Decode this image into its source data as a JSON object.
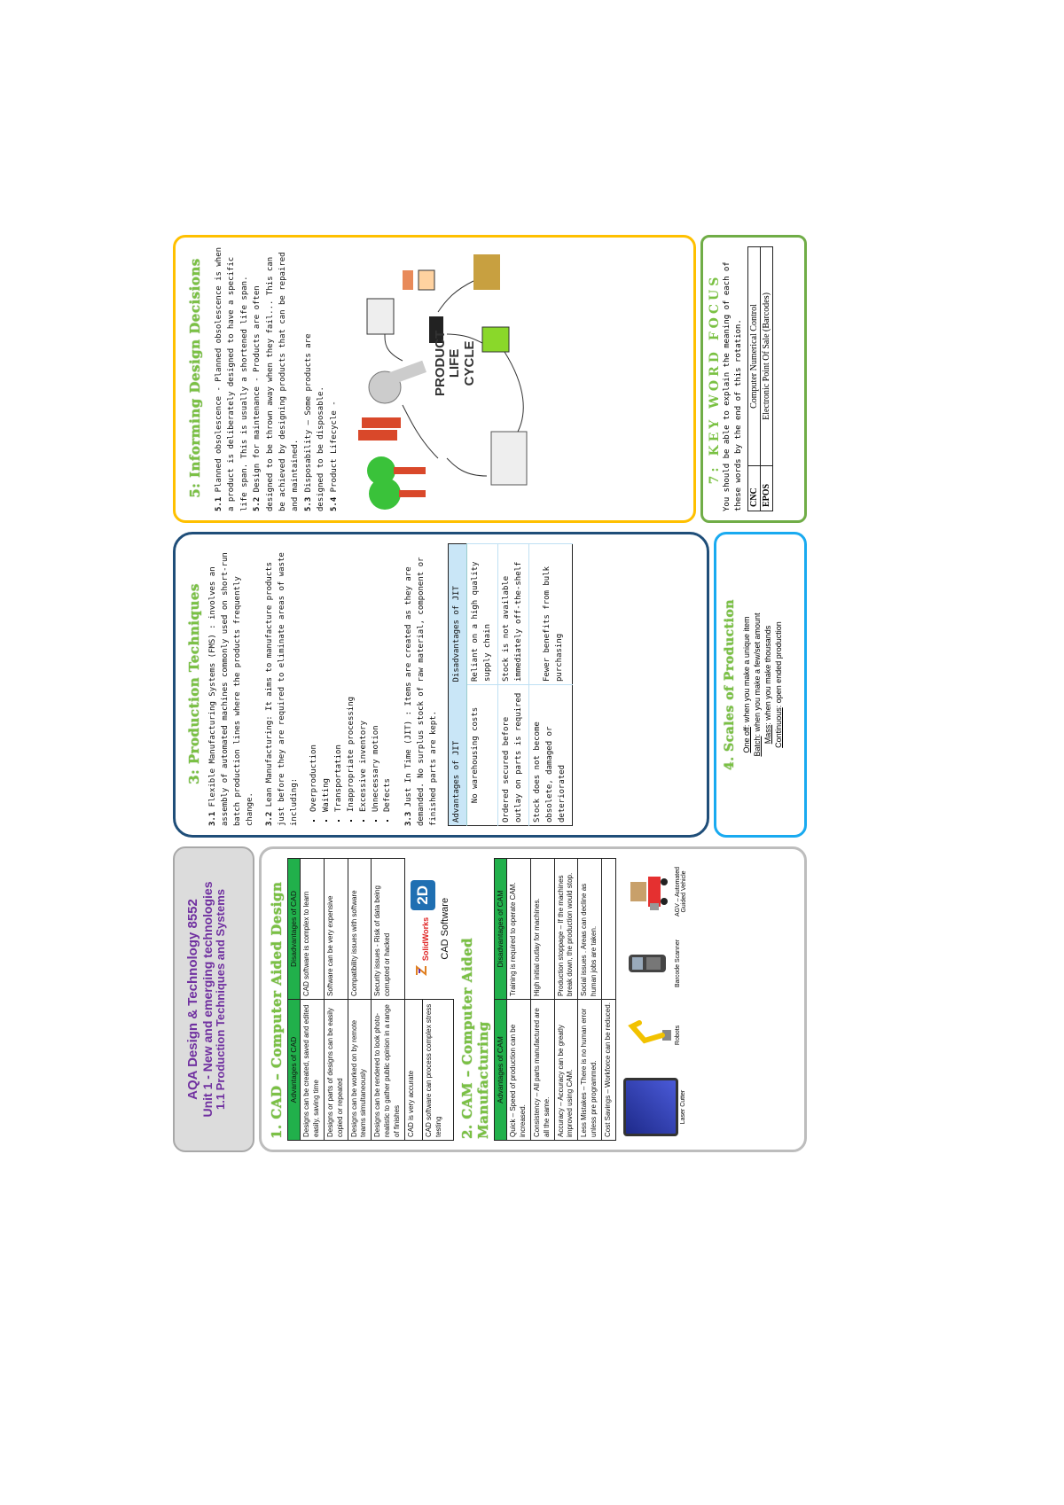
{
  "header": {
    "line1": "AQA Design & Technology 8552",
    "line2": "Unit 1 - New and emerging technologies",
    "line3": "1.1 Production Techniques and Systems"
  },
  "cad": {
    "title": "1. CAD – Computer Aided Design",
    "headers": [
      "Advantages of CAD",
      "Disadvantages of CAD"
    ],
    "advantages": [
      "Designs can be created, saved and edited easily, saving time",
      "Designs or parts of designs can be easily copied or repeated",
      "Designs can be worked on by remote teams simultaneously",
      "Designs can be rendered to look photo-realistic to gather public opinion in a range of finishes",
      "CAD is very accurate",
      "CAD software can process complex stress testing"
    ],
    "disadvantages": [
      "CAD software is complex to learn",
      "Software can be very expensive",
      "Compatibility issues with software",
      "Security issues - Risk of data being corrupted or hacked"
    ],
    "logos": [
      "SolidWorks",
      "2D Design"
    ],
    "software_caption": "CAD Software"
  },
  "cam": {
    "title": "2. CAM – Computer Aided Manufacturing",
    "headers": [
      "Advantages of CAM",
      "Disadvantages of CAM"
    ],
    "rows": [
      [
        "Quick – Speed of production can be increased.",
        "Training is required to operate CAM."
      ],
      [
        "Consistency – All parts manufactured are all the same.",
        "High initial outlay for machines."
      ],
      [
        "Accuracy – Accuracy can be greatly improved using CAM.",
        "Production stoppage – If the machines break down, the production would stop."
      ],
      [
        "Less Mistakes – There is no human error unless pre programmed.",
        "Social issues . Areas can decline as human jobs are taken."
      ],
      [
        "Cost Savings – Workforce can be reduced.",
        ""
      ]
    ],
    "images": [
      "Laser Cutter",
      "Robots",
      "Barcode Scanner",
      "AGV – Automated Guided Vehicle"
    ]
  },
  "production": {
    "title": "3: Production Techniques",
    "fms_num": "3.1",
    "fms_text": "Flexible Manufacturing Systems (FMS) : involves an assembly of automated machines commonly used on short-run batch production lines where the products frequently change.",
    "lean_num": "3.2",
    "lean_text": "Lean Manufacturing: It aims to manufacture products just before they are required to eliminate areas of waste including:",
    "waste": [
      "Overproduction",
      "Waiting",
      "Transportation",
      "Inappropriate processing",
      "Excessive inventory",
      "Unnecessary motion",
      "Defects"
    ],
    "jit_num": "3.3",
    "jit_text": "Just In Time (JIT) : Items are created as they are demanded. No surplus stock of raw material, component or finished parts are kept.",
    "jit_headers": [
      "Advantages of JIT",
      "Disadvantages of JIT"
    ],
    "jit_rows": [
      [
        "No warehousing costs",
        "Reliant on a high quality supply chain"
      ],
      [
        "Ordered secured before outlay on parts is required",
        "Stock is not available immediately off-the-shelf"
      ],
      [
        "Stock does not become obsolete, damaged or deteriorated",
        "Fewer benefits from bulk purchasing"
      ]
    ]
  },
  "scales": {
    "title": "4. Scales of Production",
    "items": [
      {
        "term": "One off",
        "desc": ": when you make a unique item"
      },
      {
        "term": "Batch",
        "desc": ": when you make a few/set amount"
      },
      {
        "term": "Mass",
        "desc": ": when you make thousands"
      },
      {
        "term": "Continuous",
        "desc": ": open ended production"
      }
    ]
  },
  "informing": {
    "title": "5: Informing Design Decisions",
    "items": [
      {
        "num": "5.1",
        "text": "Planned obsolescence - Planned obsolescence is when a product is deliberately designed to have a specific life span. This is usually a shortened life span."
      },
      {
        "num": "5.2",
        "text": "Design for maintenance - Products are often designed to be thrown away when they fail... This can be achieved by designing products that can be repaired and maintained."
      },
      {
        "num": "5.3",
        "text": "Disposability – Some products are designed to be disposable."
      },
      {
        "num": "5.4",
        "text": "Product Lifecycle -"
      }
    ],
    "lifecycle_label": [
      "PRODUCT",
      "LIFE",
      "CYCLE"
    ]
  },
  "keywords": {
    "title": "7: KEY WORD FOCUS",
    "intro": "You should be able to explain the meaning of each of these words by the end of this rotation.",
    "rows": [
      [
        "CNC",
        "Computer Numerical Control"
      ],
      [
        "EPOS",
        "Electronic Point Of Sale (Barcodes)"
      ]
    ]
  }
}
